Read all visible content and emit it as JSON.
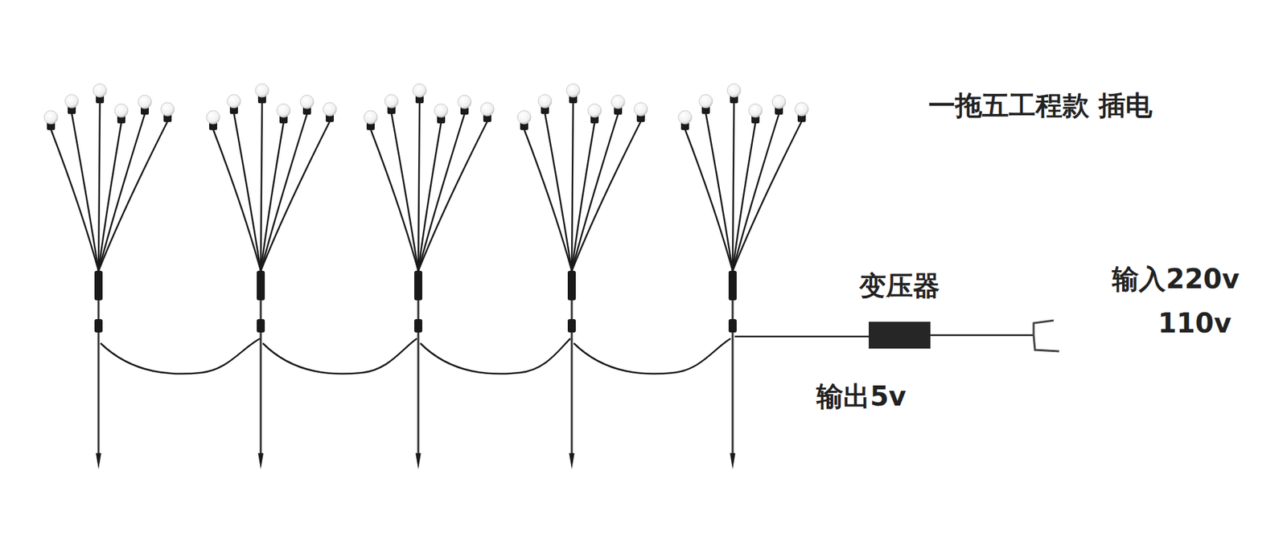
{
  "diagram": {
    "title": "一拖五工程款 插电",
    "nodes": [
      {
        "text": [
          "变压器",
          "输出5v"
        ]
      }
    ],
    "labels": [
      "输入220v",
      "110v"
    ]
  }
}
